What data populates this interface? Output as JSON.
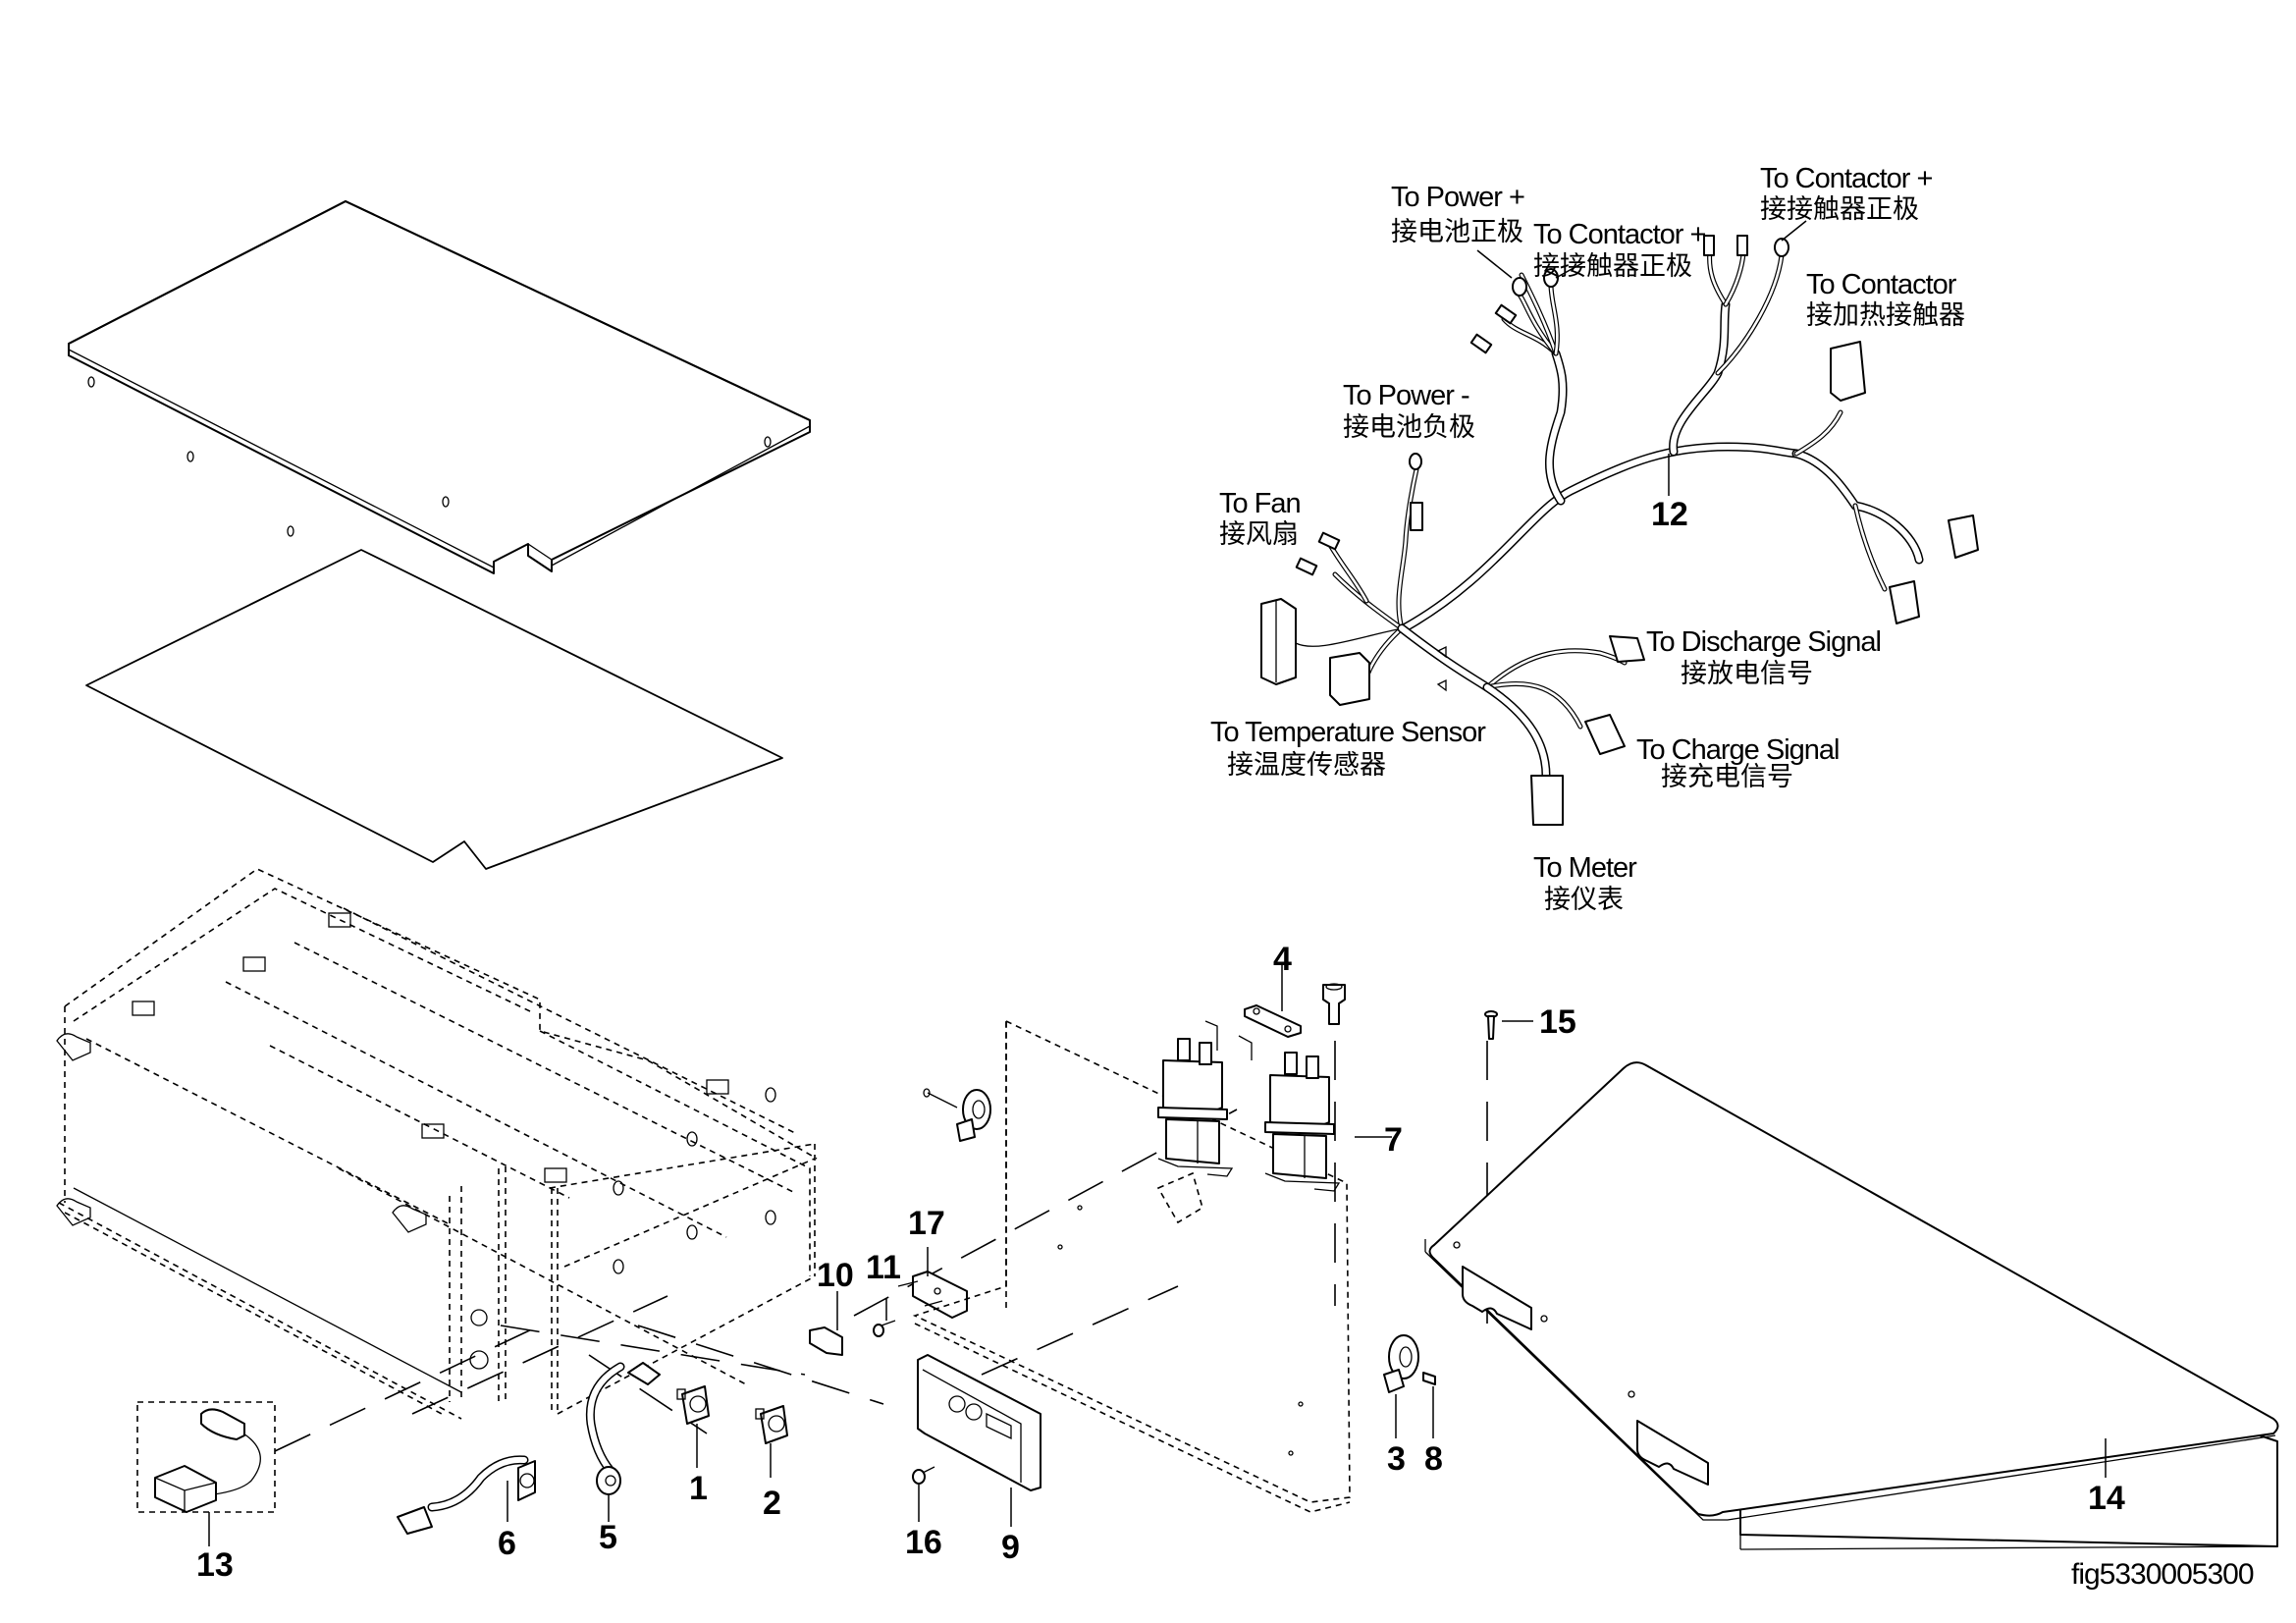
{
  "figure": {
    "id": "fig5330005300",
    "type": "exploded parts diagram",
    "subject": "battery box electrical assembly"
  },
  "callouts": [
    {
      "en": "To Power +",
      "cn": "接电池正极"
    },
    {
      "en": "To Contactor +",
      "cn": "接接触器正极"
    },
    {
      "en": "To Contactor +",
      "cn": "接接触器正极"
    },
    {
      "en": "To Contactor",
      "cn": "接加热接触器"
    },
    {
      "en": "To Power -",
      "cn": "接电池负极"
    },
    {
      "en": "To Fan",
      "cn": "接风扇"
    },
    {
      "en": "To Discharge Signal",
      "cn": "接放电信号"
    },
    {
      "en": "To Temperature Sensor",
      "cn": "接温度传感器"
    },
    {
      "en": "To Charge Signal",
      "cn": "接充电信号"
    },
    {
      "en": "To Meter",
      "cn": "接仪表"
    }
  ],
  "part_numbers": {
    "p1": "1",
    "p2": "2",
    "p3": "3",
    "p4": "4",
    "p5": "5",
    "p6": "6",
    "p7": "7",
    "p8": "8",
    "p9": "9",
    "p10": "10",
    "p11": "11",
    "p12": "12",
    "p13": "13",
    "p14": "14",
    "p15": "15",
    "p16": "16",
    "p17": "17"
  }
}
